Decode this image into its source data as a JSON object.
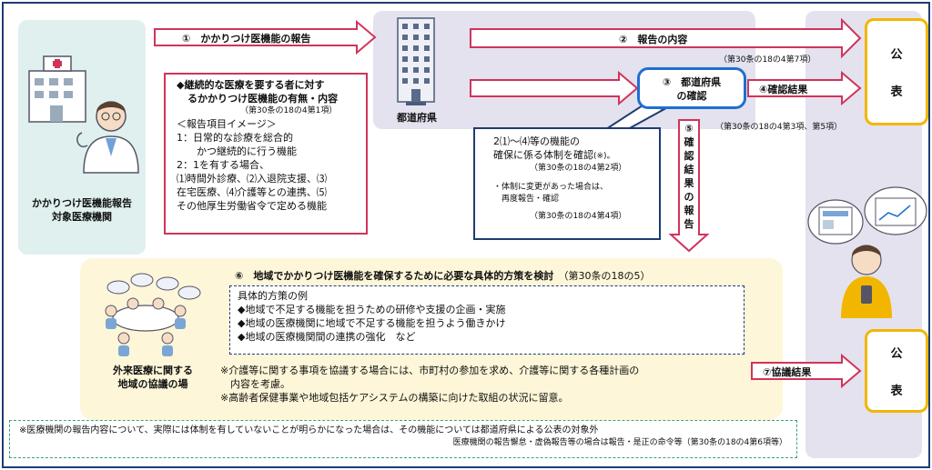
{
  "left_panel": {
    "title_line1": "かかりつけ医機能報告",
    "title_line2": "対象医療機関"
  },
  "prefecture": {
    "label": "都道府県"
  },
  "arrows": {
    "a1": "①　かかりつけ医機能の報告",
    "a2": "②　報告の内容",
    "a2_ref": "（第30条の18の4第7項）",
    "a4": "④確認結果",
    "a4_ref": "（第30条の18の4第3項、第5項）",
    "a5_chars": [
      "⑤",
      "確",
      "認",
      "結",
      "果",
      "の",
      "報",
      "告"
    ],
    "a7": "⑦協議結果"
  },
  "confirm_box": {
    "line1": "③　都道府県",
    "line2": "の確認"
  },
  "report_box": {
    "heading1": "◆継続的な医療を要する者に対す",
    "heading2": "るかかりつけ医機能の有無・内容",
    "ref": "（第30条の18の4第1項）",
    "image_title": "＜報告項目イメージ＞",
    "lines": [
      "1：日常的な診療を総合的",
      "　　かつ継続的に行う機能",
      "2：1を有する場合、",
      "⑴時間外診療、⑵入退院支援、⑶",
      "在宅医療、⑷介護等との連携、⑸",
      "その他厚生労働省令で定める機能"
    ]
  },
  "system_box": {
    "line1": "2⑴～⑷等の機能の",
    "line2": "確保に係る体制を確認",
    "line2_note": "(※)。",
    "ref1": "（第30条の18の4第2項）",
    "bullet1": "・体制に変更があった場合は、",
    "bullet2": "　再度報告・確認",
    "ref2": "（第30条の18の4第4項）"
  },
  "council": {
    "title": "⑥　地域でかかりつけ医機能を確保するために必要な具体的方策を検討",
    "title_ref": "（第30条の18の5）",
    "examples_title": "具体的方策の例",
    "examples": [
      "◆地域で不足する機能を担うための研修や支援の企画・実施",
      "◆地域の医療機関に地域で不足する機能を担うよう働きかけ",
      "◆地域の医療機関間の連携の強化　など"
    ],
    "place_line1": "外来医療に関する",
    "place_line2": "地域の協議の場",
    "notes": [
      "※介護等に関する事項を協議する場合には、市町村の参加を求め、介護等に関する各種計画の",
      "　内容を考慮。",
      "※高齢者保健事業や地域包括ケアシステムの構築に向けた取組の状況に留意。"
    ]
  },
  "publication": {
    "char1": "公",
    "char2": "表"
  },
  "footer": {
    "line1": "※医療機関の報告内容について、実際には体制を有していないことが明らかになった場合は、その機能については都道府県による公表の対象外",
    "line2": "医療機関の報告懈怠・虚偽報告等の場合は報告・是正の命令等（第30条の18の4第6項等）"
  },
  "colors": {
    "red": "#d0345a",
    "navy": "#1f3b73",
    "blue": "#1e6fd0",
    "gold": "#f2b600",
    "lavender": "#e3e2ee",
    "mint": "#dff0ee",
    "cream": "#fdf6d8"
  }
}
